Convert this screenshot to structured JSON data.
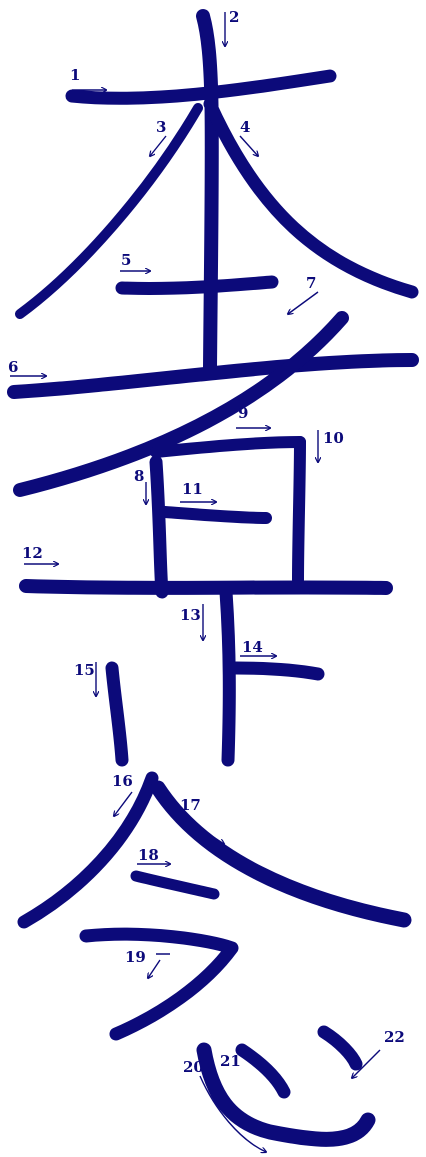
{
  "colors": {
    "ink": "#0c0a7a",
    "background": "#ffffff"
  },
  "characters": [
    "本",
    "者",
    "是",
    "今",
    "心"
  ],
  "strokes": [
    {
      "number": "1"
    },
    {
      "number": "2"
    },
    {
      "number": "3"
    },
    {
      "number": "4"
    },
    {
      "number": "5"
    },
    {
      "number": "6"
    },
    {
      "number": "7"
    },
    {
      "number": "8"
    },
    {
      "number": "9"
    },
    {
      "number": "10"
    },
    {
      "number": "11"
    },
    {
      "number": "12"
    },
    {
      "number": "13"
    },
    {
      "number": "14"
    },
    {
      "number": "15"
    },
    {
      "number": "16"
    },
    {
      "number": "17"
    },
    {
      "number": "18"
    },
    {
      "number": "19"
    },
    {
      "number": "20"
    },
    {
      "number": "21"
    },
    {
      "number": "22"
    }
  ]
}
